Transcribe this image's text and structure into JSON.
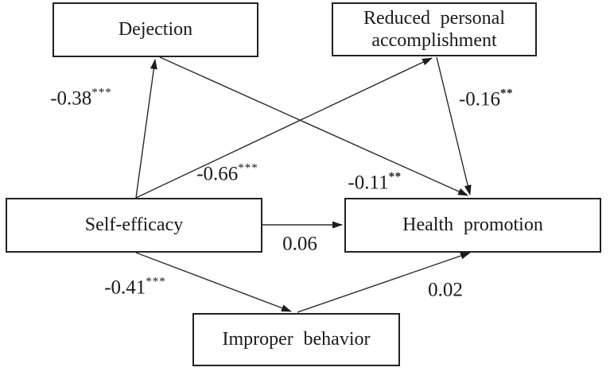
{
  "figure": {
    "type": "path-diagram",
    "background_color": "#ffffff",
    "line_color": "#2a2a2a"
  },
  "nodes": {
    "dejection": {
      "label": "Dejection"
    },
    "reduced_personal_accomplishment": {
      "label": "Reduced personal accomplishment"
    },
    "self_efficacy": {
      "label": "Self-efficacy"
    },
    "health_promotion": {
      "label": "Health promotion"
    },
    "improper_behavior": {
      "label": "Improper behavior"
    }
  },
  "paths": [
    {
      "from": "Self-efficacy",
      "to": "Dejection",
      "coefficient": "-0.38",
      "significance": "***"
    },
    {
      "from": "Self-efficacy",
      "to": "Reduced personal accomplishment",
      "coefficient": "-0.66",
      "significance": "***"
    },
    {
      "from": "Dejection",
      "to": "Health promotion",
      "coefficient": "-0.11",
      "significance": "**"
    },
    {
      "from": "Reduced personal accomplishment",
      "to": "Health promotion",
      "coefficient": "-0.16",
      "significance": "**"
    },
    {
      "from": "Self-efficacy",
      "to": "Health promotion",
      "coefficient": "0.06",
      "significance": ""
    },
    {
      "from": "Self-efficacy",
      "to": "Improper behavior",
      "coefficient": "-0.41",
      "significance": "***"
    },
    {
      "from": "Improper behavior",
      "to": "Health promotion",
      "coefficient": "0.02",
      "significance": ""
    }
  ]
}
